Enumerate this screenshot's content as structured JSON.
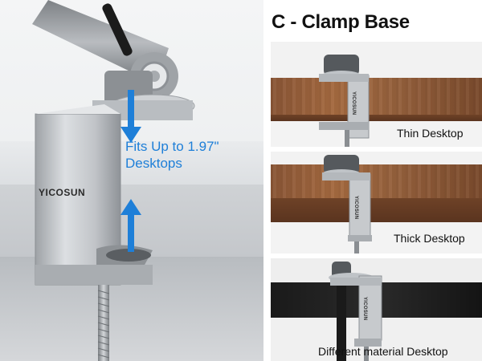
{
  "hero": {
    "brand": "YICOSUN",
    "caption_line1": "Fits Up to 1.97\"",
    "caption_line2": "Desktops",
    "arrow_color": "#1e7fd8"
  },
  "title": "C - Clamp Base",
  "panels": [
    {
      "brand": "YICOSUN",
      "caption": "Thin Desktop"
    },
    {
      "brand": "YICOSUN",
      "caption": "Thick Desktop"
    },
    {
      "brand": "YICOSUN",
      "caption": "Different material Desktop"
    }
  ],
  "colors": {
    "accent": "#1e7fd8",
    "wood": "#a4693f",
    "metal": "#c7cacd"
  }
}
